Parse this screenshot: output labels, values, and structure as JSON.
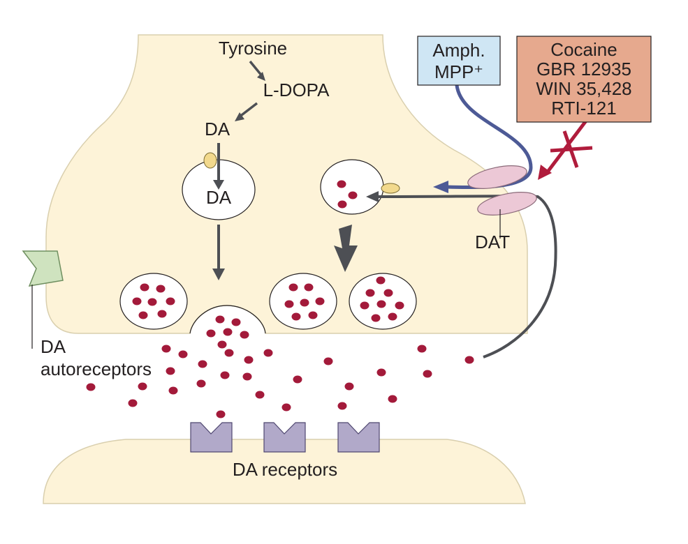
{
  "labels": {
    "tyrosine": "Tyrosine",
    "ldopa": "L-DOPA",
    "da_top": "DA",
    "da_vesicle": "DA",
    "dat": "DAT",
    "autoreceptors_line1": "DA",
    "autoreceptors_line2": "autoreceptors",
    "receptors": "DA receptors"
  },
  "boxes": {
    "amph": [
      "Amph.",
      "MPP⁺"
    ],
    "cocaine": [
      "Cocaine",
      "GBR 12935",
      "WIN 35,428",
      "RTI-121"
    ]
  },
  "colors": {
    "neuron_fill": "#fdf3d8",
    "neuron_stroke": "#d9cfae",
    "dopamine": "#a31a3a",
    "arrow": "#4d4f54",
    "amph_path": "#4d5a96",
    "cocaine_arrow": "#b01c3c",
    "amph_box": "#cfe6f4",
    "cocaine_box": "#e6a98e",
    "transporter": "#ecc8d6",
    "receptor": "#b1a9c9",
    "autoreceptor": "#cfe3bf",
    "carrier": "#f2d98d"
  }
}
